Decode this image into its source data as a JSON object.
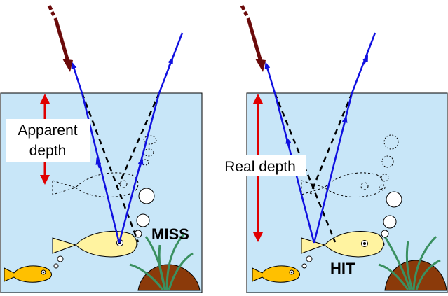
{
  "left_panel": {
    "label_line1": "Apparent",
    "label_line2": "depth",
    "result": "MISS"
  },
  "right_panel": {
    "label": "Real depth",
    "result": "HIT"
  },
  "colors": {
    "water": "#c8e6f8",
    "light_ray": "#1010e0",
    "spear": "#6b0a0a",
    "depth_arrow": "#e00000",
    "fish_yellow": "#fff3a0",
    "fish_orange": "#ffc000",
    "rock": "#8b3a0a",
    "weed": "#3a9060"
  },
  "icons": [
    "spear-icon",
    "fish-icon",
    "bubble-icon",
    "seaweed-icon",
    "rock-icon"
  ]
}
